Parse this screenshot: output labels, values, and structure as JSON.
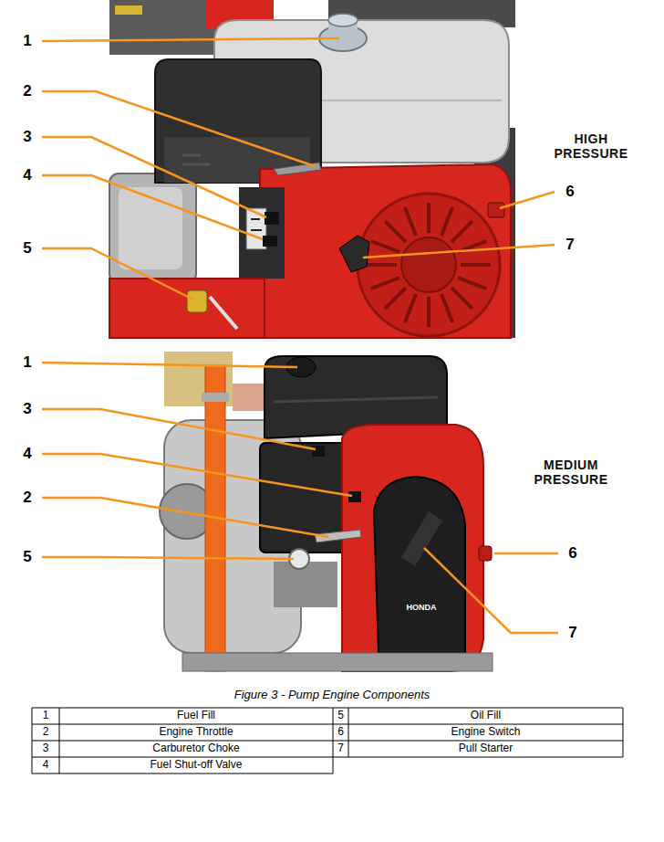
{
  "diagram": {
    "caption": "Figure 3 - Pump Engine Components",
    "labels": [
      "1",
      "2",
      "3",
      "4",
      "5",
      "6",
      "7",
      "HIGH PRESSURE",
      "1",
      "3",
      "4",
      "2",
      "5",
      "6",
      "7",
      "MEDIUM PRESSURE",
      "HONDA",
      "1",
      "Fuel Fill",
      "5",
      "Oil Fill",
      "2",
      "Engine Throttle",
      "6",
      "Engine Switch",
      "3",
      "Carburetor Choke",
      "7",
      "Pull Starter",
      "4",
      "Fuel Shut-off Valve"
    ]
  }
}
